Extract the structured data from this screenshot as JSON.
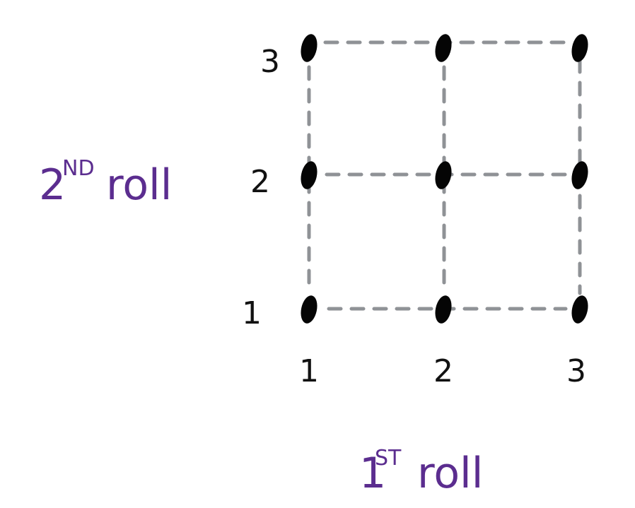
{
  "x_axis": {
    "title_number": "1",
    "title_superscript": "ST",
    "title_word": "roll",
    "tick_labels": [
      "1",
      "2",
      "3"
    ]
  },
  "y_axis": {
    "title_number": "2",
    "title_superscript": "ND",
    "title_word": "roll",
    "tick_labels": [
      "1",
      "2",
      "3"
    ]
  },
  "colors": {
    "point": "#050505",
    "grid_dash": "#8f9296",
    "axis_title": "#5b2d8f",
    "ticks": "#111111"
  },
  "chart_data": {
    "type": "scatter",
    "x_categories": [
      1,
      2,
      3
    ],
    "y_categories": [
      1,
      2,
      3
    ],
    "points": [
      [
        1,
        1
      ],
      [
        2,
        1
      ],
      [
        3,
        1
      ],
      [
        1,
        2
      ],
      [
        2,
        2
      ],
      [
        3,
        2
      ],
      [
        1,
        3
      ],
      [
        2,
        3
      ],
      [
        3,
        3
      ]
    ],
    "connections": "dashed grid lines joining adjacent points",
    "xlabel": "1ST roll",
    "ylabel": "2ND roll"
  }
}
